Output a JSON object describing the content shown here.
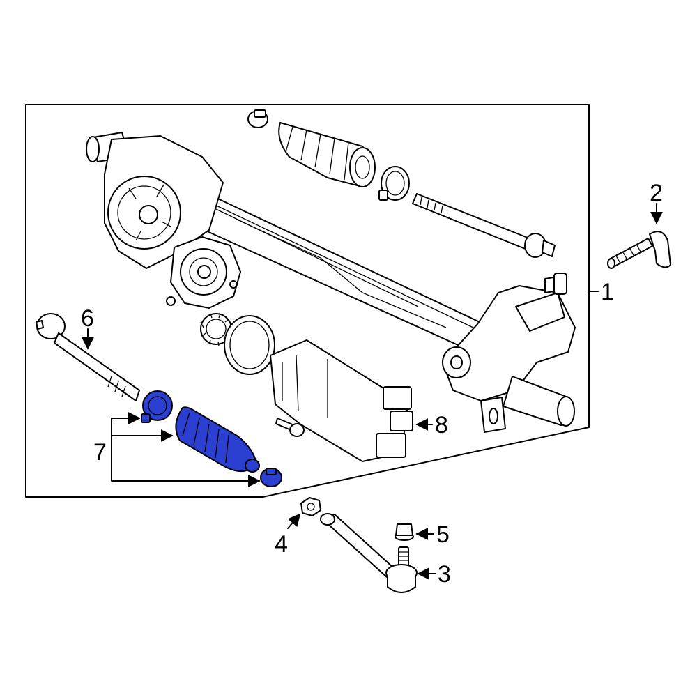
{
  "colors": {
    "line": "#000000",
    "background": "#ffffff",
    "highlight": "#2b3fd1"
  },
  "callouts": {
    "c1": "1",
    "c2": "2",
    "c3": "3",
    "c4": "4",
    "c5": "5",
    "c6": "6",
    "c7": "7",
    "c8": "8"
  }
}
